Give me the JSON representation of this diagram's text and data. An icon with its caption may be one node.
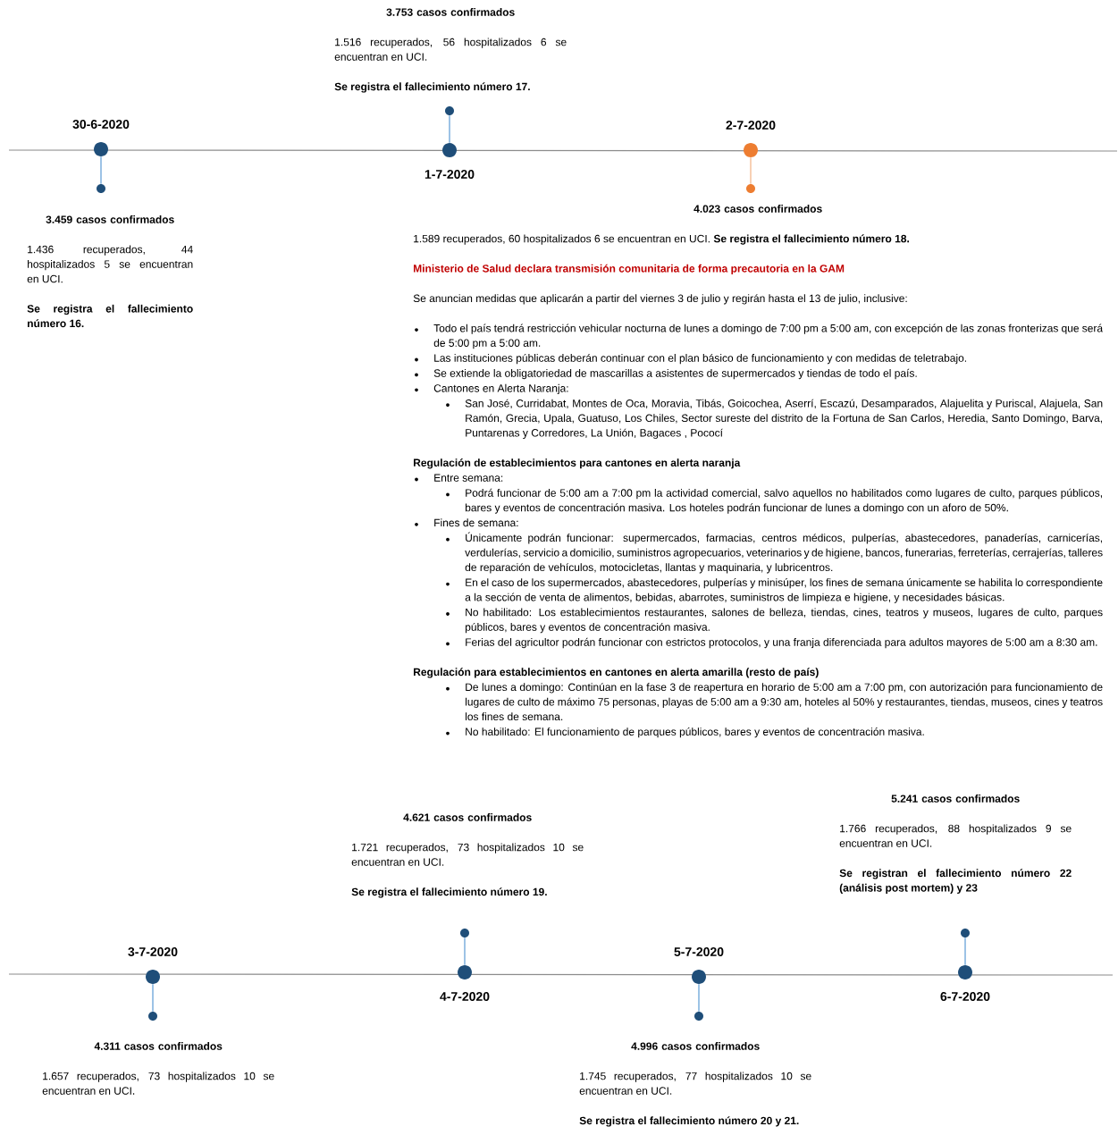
{
  "diagram": {
    "nodes": [
      {
        "text": [],
        "shape": "circle",
        "beside": [
          "30-6-2020"
        ]
      },
      {
        "text": [],
        "shape": "circle",
        "beside": [
          "3.459 casos confirmados",
          "1.436 recuperados, 44 hospitalizados 5 se encuentran en UCI.",
          "Se registra el fallecimiento número 16."
        ]
      },
      {
        "text": [],
        "shape": "circle",
        "beside": [
          "1-7-2020"
        ]
      },
      {
        "text": [],
        "shape": "circle",
        "beside": [
          "3.753 casos confirmados",
          "1.516 recuperados, 56 hospitalizados 6 se encuentran en UCI.",
          "Se registra el fallecimiento número 17."
        ]
      },
      {
        "text": [],
        "shape": "circle",
        "beside": [
          "2-7-2020"
        ]
      },
      {
        "text": [],
        "shape": "circle",
        "beside": [
          "4.023 casos confirmados",
          "1.589 recuperados, 60 hospitalizados 6 se encuentran en UCI. **Se registra el fallecimiento número 18.**",
          "Ministerio de Salud declara transmisión comunitaria de forma precautoria en la GAM",
          "Se anuncian medidas que aplicarán a partir del viernes 3 de julio y regirán hasta el 13 de julio, inclusive:",
          "Todo el país tendrá restricción vehicular nocturna de lunes a domingo de 7:00 pm a 5:00 am, con excepción de las zonas fronterizas que será de 5:00 pm a 5:00 am.",
          "Las instituciones públicas deberán continuar con el plan básico de funcionamiento y con medidas de teletrabajo.",
          "Se extiende la obligatoriedad de mascarillas a asistentes de supermercados y tiendas de todo el país.",
          "Cantones en Alerta Naranja:",
          "San José, Curridabat, Montes de Oca, Moravia, Tibás, Goicochea, Aserrí, Escazú, Desamparados, Alajuelita y Puriscal, Alajuela, San Ramón, Grecia, Upala, Guatuso, Los Chiles, Sector sureste del distrito de la Fortuna de San Carlos, Heredia, Santo Domingo, Barva, Puntarenas y Corredores, La Unión, Bagaces , Pococí",
          "Regulación de establecimientos para cantones en alerta naranja",
          "Entre semana:",
          "Podrá funcionar de 5:00 am a 7:00 pm la actividad comercial, salvo aquellos no habilitados como lugares de culto, parques públicos, bares y eventos de concentración masiva. Los hoteles podrán funcionar de lunes a domingo con un aforo de 50%.",
          "Fines de semana:",
          "Únicamente podrán funcionar: supermercados, farmacias, centros médicos, pulperías, abastecedores, panaderías, carnicerías, verdulerías, servicio a domicilio, suministros agropecuarios, veterinarios y de higiene, bancos, funerarias, ferreterías, cerrajerías, talleres de reparación de vehículos, motocicletas, llantas y maquinaria, y lubricentros.",
          "En el caso de los supermercados, abastecedores, pulperías y minisúper, los fines de semana únicamente se habilita lo correspondiente a la sección de venta de alimentos, bebidas, abarrotes, suministros de limpieza e higiene, y necesidades básicas.",
          "No habilitado: Los establecimientos restaurantes, salones de belleza, tiendas, cines, teatros y museos, lugares de culto, parques públicos, bares y eventos de concentración masiva.",
          "Ferias del agricultor podrán funcionar con estrictos protocolos, y una franja diferenciada para adultos mayores de 5:00 am a 8:30 am.",
          "Regulación para establecimientos en cantones en alerta amarilla (resto de país)",
          "De lunes a domingo: Continúan en la fase 3 de reapertura en horario de 5:00 am a 7:00 pm, con autorización para funcionamiento de lugares de culto de máximo 75 personas, playas de 5:00 am a 9:30 am, hoteles al 50% y restaurantes, tiendas, museos, cines y teatros los fines de semana.",
          "No habilitado: El funcionamiento de parques públicos, bares y eventos de concentración masiva."
        ]
      },
      {
        "text": [],
        "shape": "circle",
        "beside": [
          "3-7-2020"
        ]
      },
      {
        "text": [],
        "shape": "circle",
        "beside": [
          "4.311 casos confirmados",
          "1.657 recuperados, 73 hospitalizados 10 se encuentran en UCI."
        ]
      },
      {
        "text": [],
        "shape": "circle",
        "beside": [
          "4-7-2020"
        ]
      },
      {
        "text": [],
        "shape": "circle",
        "beside": [
          "4.621 casos confirmados",
          "1.721 recuperados, 73 hospitalizados 10 se encuentran en UCI.",
          "Se registra el fallecimiento número 19."
        ]
      },
      {
        "text": [],
        "shape": "circle",
        "beside": [
          "5-7-2020"
        ]
      },
      {
        "text": [],
        "shape": "circle",
        "beside": [
          "4.996 casos confirmados",
          "1.745 recuperados, 77 hospitalizados 10 se encuentran en UCI.",
          "Se registra el fallecimiento número 20 y 21."
        ]
      },
      {
        "text": [],
        "shape": "circle",
        "beside": [
          "6-7-2020"
        ]
      },
      {
        "text": [],
        "shape": "circle",
        "beside": [
          "5.241 casos confirmados",
          "1.766 recuperados, 88 hospitalizados 9 se encuentran en UCI.",
          "Se registran el fallecimiento número 22 (análisis post mortem) y 23"
        ]
      }
    ],
    "edges": [
      {
        "from": 0,
        "to": 1,
        "arrow": "none"
      },
      {
        "from": 2,
        "to": 3,
        "arrow": "none"
      },
      {
        "from": 4,
        "to": 5,
        "arrow": "none",
        "color": "#f4b183"
      },
      {
        "from": 6,
        "to": 7,
        "arrow": "none"
      },
      {
        "from": 8,
        "to": 9,
        "arrow": "none"
      },
      {
        "from": 10,
        "to": 11,
        "arrow": "none"
      },
      {
        "from": 12,
        "to": 13,
        "arrow": "none"
      }
    ]
  }
}
